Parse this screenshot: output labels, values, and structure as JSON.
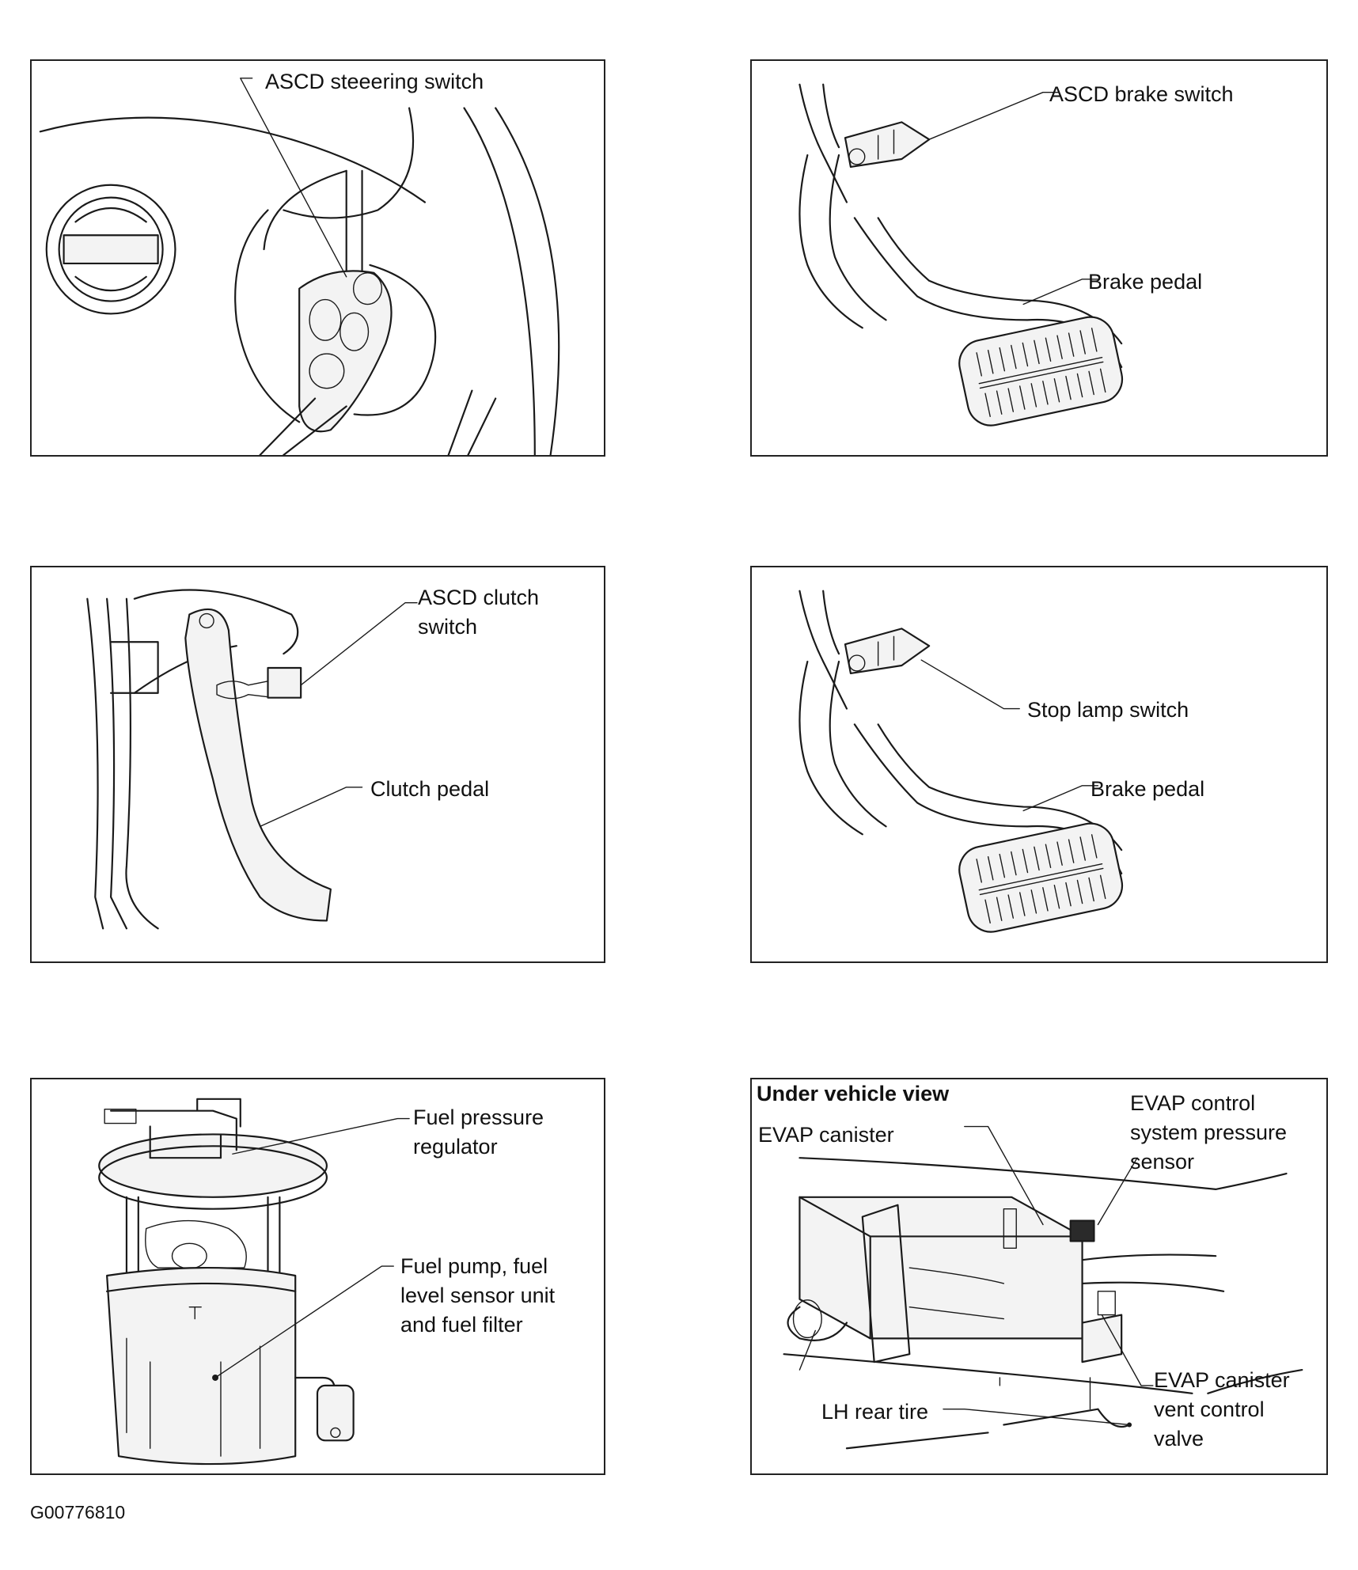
{
  "figure_id": "G00776810",
  "panels": {
    "steering": {
      "label_switch": "ASCD steeering switch"
    },
    "brake_switch": {
      "label_switch": "ASCD brake switch",
      "label_pedal": "Brake pedal"
    },
    "clutch": {
      "label_switch": "ASCD clutch\nswitch",
      "label_pedal": "Clutch pedal"
    },
    "stop_lamp": {
      "label_switch": "Stop lamp switch",
      "label_pedal": "Brake pedal"
    },
    "fuel": {
      "label_regulator": "Fuel pressure\nregulator",
      "label_pump": "Fuel pump, fuel\nlevel sensor unit\nand fuel filter"
    },
    "evap": {
      "label_view": "Under vehicle view",
      "label_canister": "EVAP canister",
      "label_pressure_sensor": "EVAP control\nsystem pressure\nsensor",
      "label_vent_valve": "EVAP canister\nvent control\nvalve",
      "label_tire": "LH rear tire"
    }
  }
}
